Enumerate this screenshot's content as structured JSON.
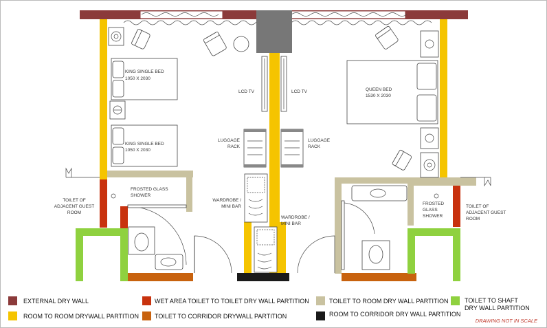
{
  "labels": {
    "bed_left_top": "KING SINGLE BED",
    "bed_left_top_dim": "1050 X 2030",
    "bed_left_bottom": "KING SINGLE BED",
    "bed_left_bottom_dim": "1050 X 2030",
    "bed_queen": "QUEEN BED",
    "bed_queen_dim": "1530 X 2030",
    "tv_left": "LCD TV",
    "tv_right": "LCD TV",
    "luggage_left_1": "LUGGAGE",
    "luggage_left_2": "RACK",
    "luggage_right_1": "LUGGAGE",
    "luggage_right_2": "RACK",
    "shower_left_1": "FROSTED GLASS",
    "shower_left_2": "SHOWER",
    "shower_right_1": "FROSTED",
    "shower_right_2": "GLASS",
    "shower_right_3": "SHOWER",
    "wardrobe_left_1": "WARDROBE /",
    "wardrobe_left_2": "MINI BAR",
    "wardrobe_right_1": "WARDROBE /",
    "wardrobe_right_2": "MINI BAR",
    "adj_left_1": "TOILET OF",
    "adj_left_2": "ADJACENT GUEST",
    "adj_left_3": "ROOM",
    "adj_right_1": "TOILET OF",
    "adj_right_2": "ADJACENT GUEST",
    "adj_right_3": "ROOM"
  },
  "legend": [
    {
      "text": "EXTERNAL DRY WALL",
      "color": "#8b3a3a"
    },
    {
      "text": "ROOM TO ROOM DRYWALL PARTITION",
      "color": "#f5c400"
    },
    {
      "text": "WET AREA TOILET TO TOILET DRY WALL PARTITION",
      "color": "#c8320e"
    },
    {
      "text": "TOILET TO CORRIDOR DRYWALL PARTITION",
      "color": "#c8620e"
    },
    {
      "text": "TOILET TO ROOM DRY WALL PARTITION",
      "color": "#c9c2a0"
    },
    {
      "text": "ROOM TO CORRIDOR  DRY WALL PARTITION",
      "color": "#1a1a1a"
    },
    {
      "text": "TOILET TO SHAFT",
      "text2": "DRY WALL PARTITION",
      "color": "#8fd13f"
    }
  ],
  "note": "DRAWING NOT IN SCALE"
}
